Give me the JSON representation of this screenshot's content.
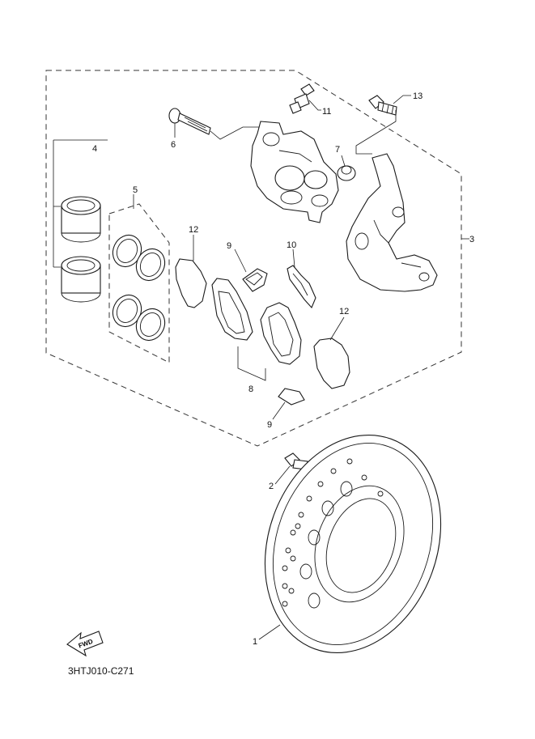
{
  "callouts": {
    "c1": "1",
    "c2": "2",
    "c3": "3",
    "c4": "4",
    "c5": "5",
    "c6": "6",
    "c7": "7",
    "c8": "8",
    "c9a": "9",
    "c9b": "9",
    "c10": "10",
    "c11": "11",
    "c12a": "12",
    "c12b": "12",
    "c13": "13"
  },
  "fwd_label": "FWD",
  "diagram_code": "3HTJ010-C271"
}
